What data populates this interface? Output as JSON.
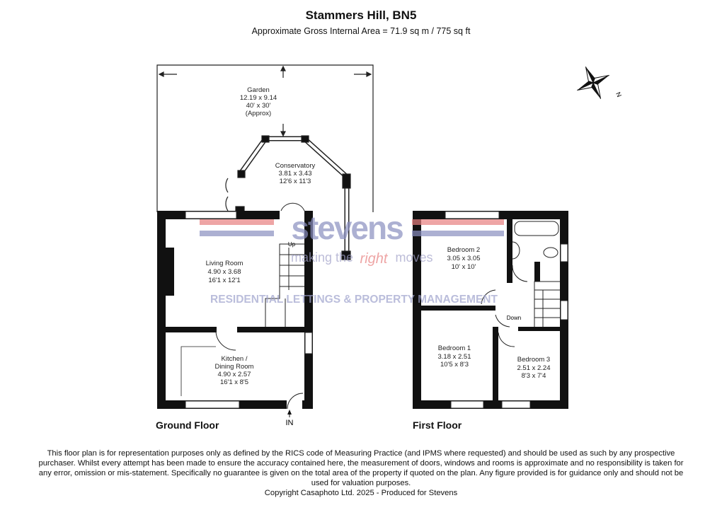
{
  "header": {
    "title": "Stammers Hill, BN5",
    "subtitle": "Approximate Gross Internal Area = 71.9 sq m / 775 sq ft"
  },
  "rooms": {
    "garden": {
      "name": "Garden",
      "metric": "12.19 x 9.14",
      "imperial": "40' x 30'",
      "note": "(Approx)"
    },
    "conservatory": {
      "name": "Conservatory",
      "metric": "3.81 x 3.43",
      "imperial": "12'6 x 11'3"
    },
    "living_room": {
      "name": "Living Room",
      "metric": "4.90 x 3.68",
      "imperial": "16'1 x 12'1"
    },
    "kitchen": {
      "name_line1": "Kitchen /",
      "name_line2": "Dining Room",
      "metric": "4.90 x 2.57",
      "imperial": "16'1 x 8'5"
    },
    "bedroom2": {
      "name": "Bedroom 2",
      "metric": "3.05 x 3.05",
      "imperial": "10' x 10'"
    },
    "bedroom1": {
      "name": "Bedroom 1",
      "metric": "3.18 x 2.51",
      "imperial": "10'5 x 8'3"
    },
    "bedroom3": {
      "name": "Bedroom 3",
      "metric": "2.51 x 2.24",
      "imperial": "8'3 x 7'4"
    }
  },
  "labels": {
    "up": "Up",
    "down": "Down",
    "entrance": "IN",
    "ground_floor": "Ground Floor",
    "first_floor": "First Floor",
    "compass": "N"
  },
  "watermark": {
    "brand": "stevens",
    "tagline_left": "making the",
    "tagline_accent": "right",
    "tagline_right": "moves",
    "subline": "RESIDENTIAL LETTINGS & PROPERTY MANAGEMENT",
    "colors": {
      "blue": "#8a8fc0",
      "red": "#e88080"
    }
  },
  "footer": {
    "disclaimer": "This floor plan is for representation purposes only as defined by the RICS code of Measuring Practice (and IPMS where requested) and should be used as such by any prospective purchaser. Whilst every attempt has been made to ensure the accuracy contained here, the measurement of doors, windows and rooms is approximate and no responsibility is taken for any error, omission or mis-statement. Specifically no guarantee is given on the total area of the property if quoted on the plan. Any figure provided is for guidance only and should not be used for valuation purposes.",
    "copyright": "Copyright Casaphoto Ltd. 2025 - Produced for Stevens"
  }
}
